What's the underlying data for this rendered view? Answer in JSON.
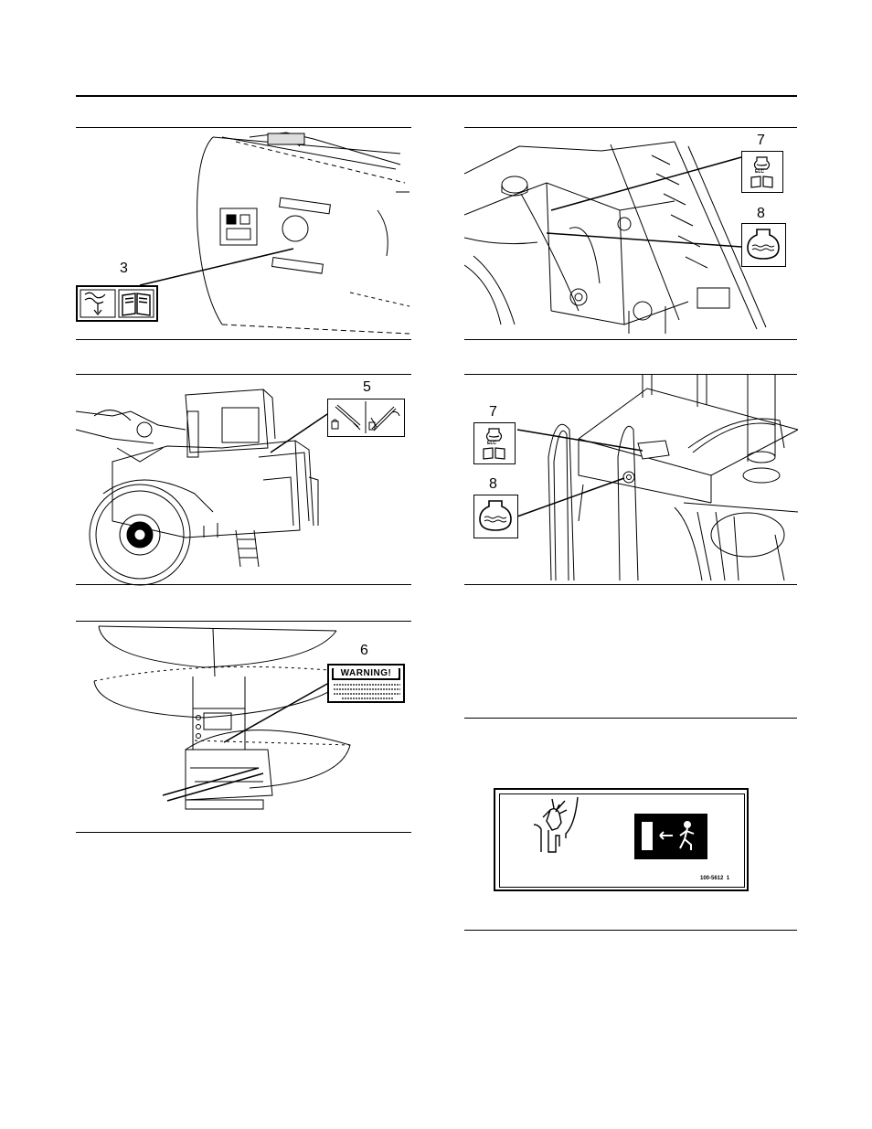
{
  "figures": {
    "fig_3": {
      "callout": "3",
      "icons": [
        "fuel-icon",
        "book-icon"
      ]
    },
    "fig_5": {
      "callout": "5",
      "icons": [
        "lift-arm-lock-icon",
        "lift-arm-unlock-icon"
      ]
    },
    "fig_6": {
      "callout": "6",
      "warning_title": "WARNING!"
    },
    "fig_7_8_a": {
      "callout_7": "7",
      "callout_8": "8",
      "decal_7_text": "ELC",
      "icons": [
        "coolant-elc-icon",
        "book-icon",
        "coolant-level-icon"
      ]
    },
    "fig_7_8_b": {
      "callout_7": "7",
      "callout_8": "8",
      "decal_7_text": "ELC",
      "icons": [
        "coolant-elc-icon",
        "book-icon",
        "coolant-level-icon"
      ]
    },
    "fig_exit": {
      "part_number": "100-5612  1",
      "icons": [
        "hand-hazard-icon",
        "emergency-exit-icon"
      ]
    }
  },
  "colors": {
    "ink": "#000000",
    "paper": "#ffffff"
  }
}
